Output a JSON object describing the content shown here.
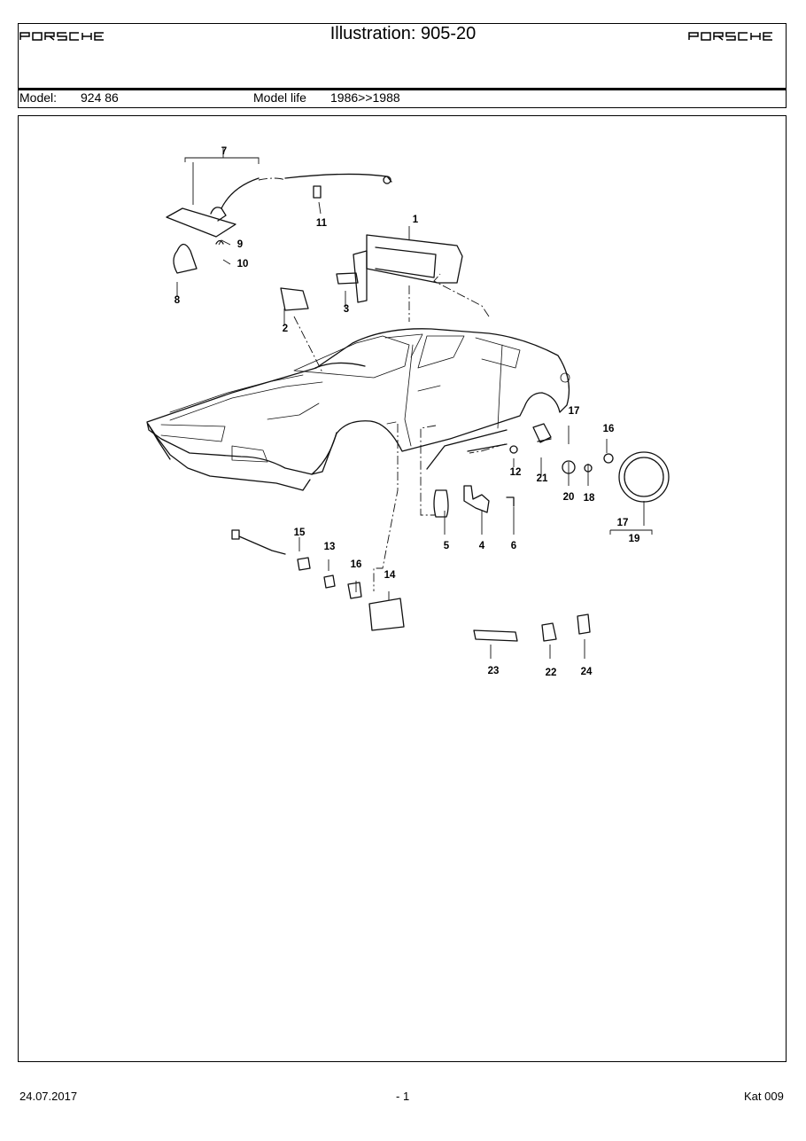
{
  "header": {
    "brand_left": "PORSCHE",
    "brand_right": "PORSCHE",
    "title": "Illustration: 905-20",
    "model_label": "Model:",
    "model_value": "924 86",
    "model_life_label": "Model life",
    "model_life_value": "1986>>1988"
  },
  "part_labels": [
    "7",
    "11",
    "1",
    "9",
    "10",
    "8",
    "3",
    "2",
    "17",
    "16",
    "12",
    "21",
    "20",
    "18",
    "17",
    "19",
    "5",
    "4",
    "6",
    "15",
    "13",
    "16",
    "14",
    "23",
    "22",
    "24"
  ],
  "footer": {
    "date": "24.07.2017",
    "page": "- 1",
    "catalog": "Kat 009"
  }
}
